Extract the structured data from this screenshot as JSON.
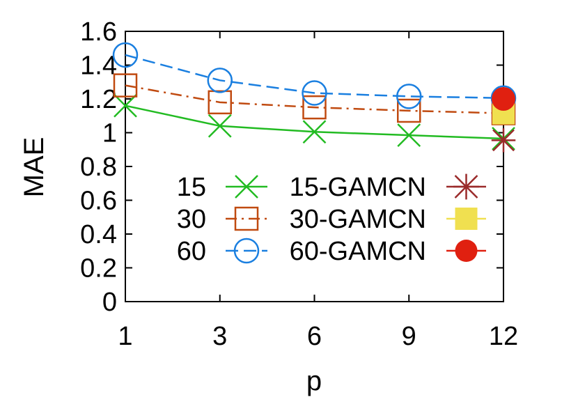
{
  "chart_data": {
    "type": "line",
    "xlabel": "p",
    "ylabel": "MAE",
    "x": [
      1,
      3,
      6,
      9,
      12
    ],
    "xticks": [
      "1",
      "3",
      "6",
      "9",
      "12"
    ],
    "ylim": [
      0,
      1.6
    ],
    "yticks": [
      "0",
      "0.2",
      "0.4",
      "0.6",
      "0.8",
      "1",
      "1.2",
      "1.4",
      "1.6"
    ],
    "grid": false,
    "legend_position": "lower-center",
    "series": [
      {
        "name": "15",
        "values": [
          1.16,
          1.04,
          1.005,
          0.985,
          0.965
        ],
        "color": "#22bb22",
        "dash": "solid",
        "marker": "cross"
      },
      {
        "name": "30",
        "values": [
          1.28,
          1.18,
          1.15,
          1.13,
          1.115
        ],
        "color": "#c04a10",
        "dash": "dashdot",
        "marker": "square-open"
      },
      {
        "name": "60",
        "values": [
          1.46,
          1.31,
          1.235,
          1.215,
          1.205
        ],
        "color": "#1a7fe0",
        "dash": "dashed",
        "marker": "circle-open"
      },
      {
        "name": "15-GAMCN",
        "points": [
          {
            "x": 12,
            "y": 0.955
          }
        ],
        "color": "#9a2a2a",
        "marker": "star"
      },
      {
        "name": "30-GAMCN",
        "points": [
          {
            "x": 12,
            "y": 1.115
          }
        ],
        "color": "#f0e050",
        "marker": "square-filled"
      },
      {
        "name": "60-GAMCN",
        "points": [
          {
            "x": 12,
            "y": 1.2
          }
        ],
        "color": "#e02010",
        "marker": "circle-filled"
      }
    ]
  }
}
